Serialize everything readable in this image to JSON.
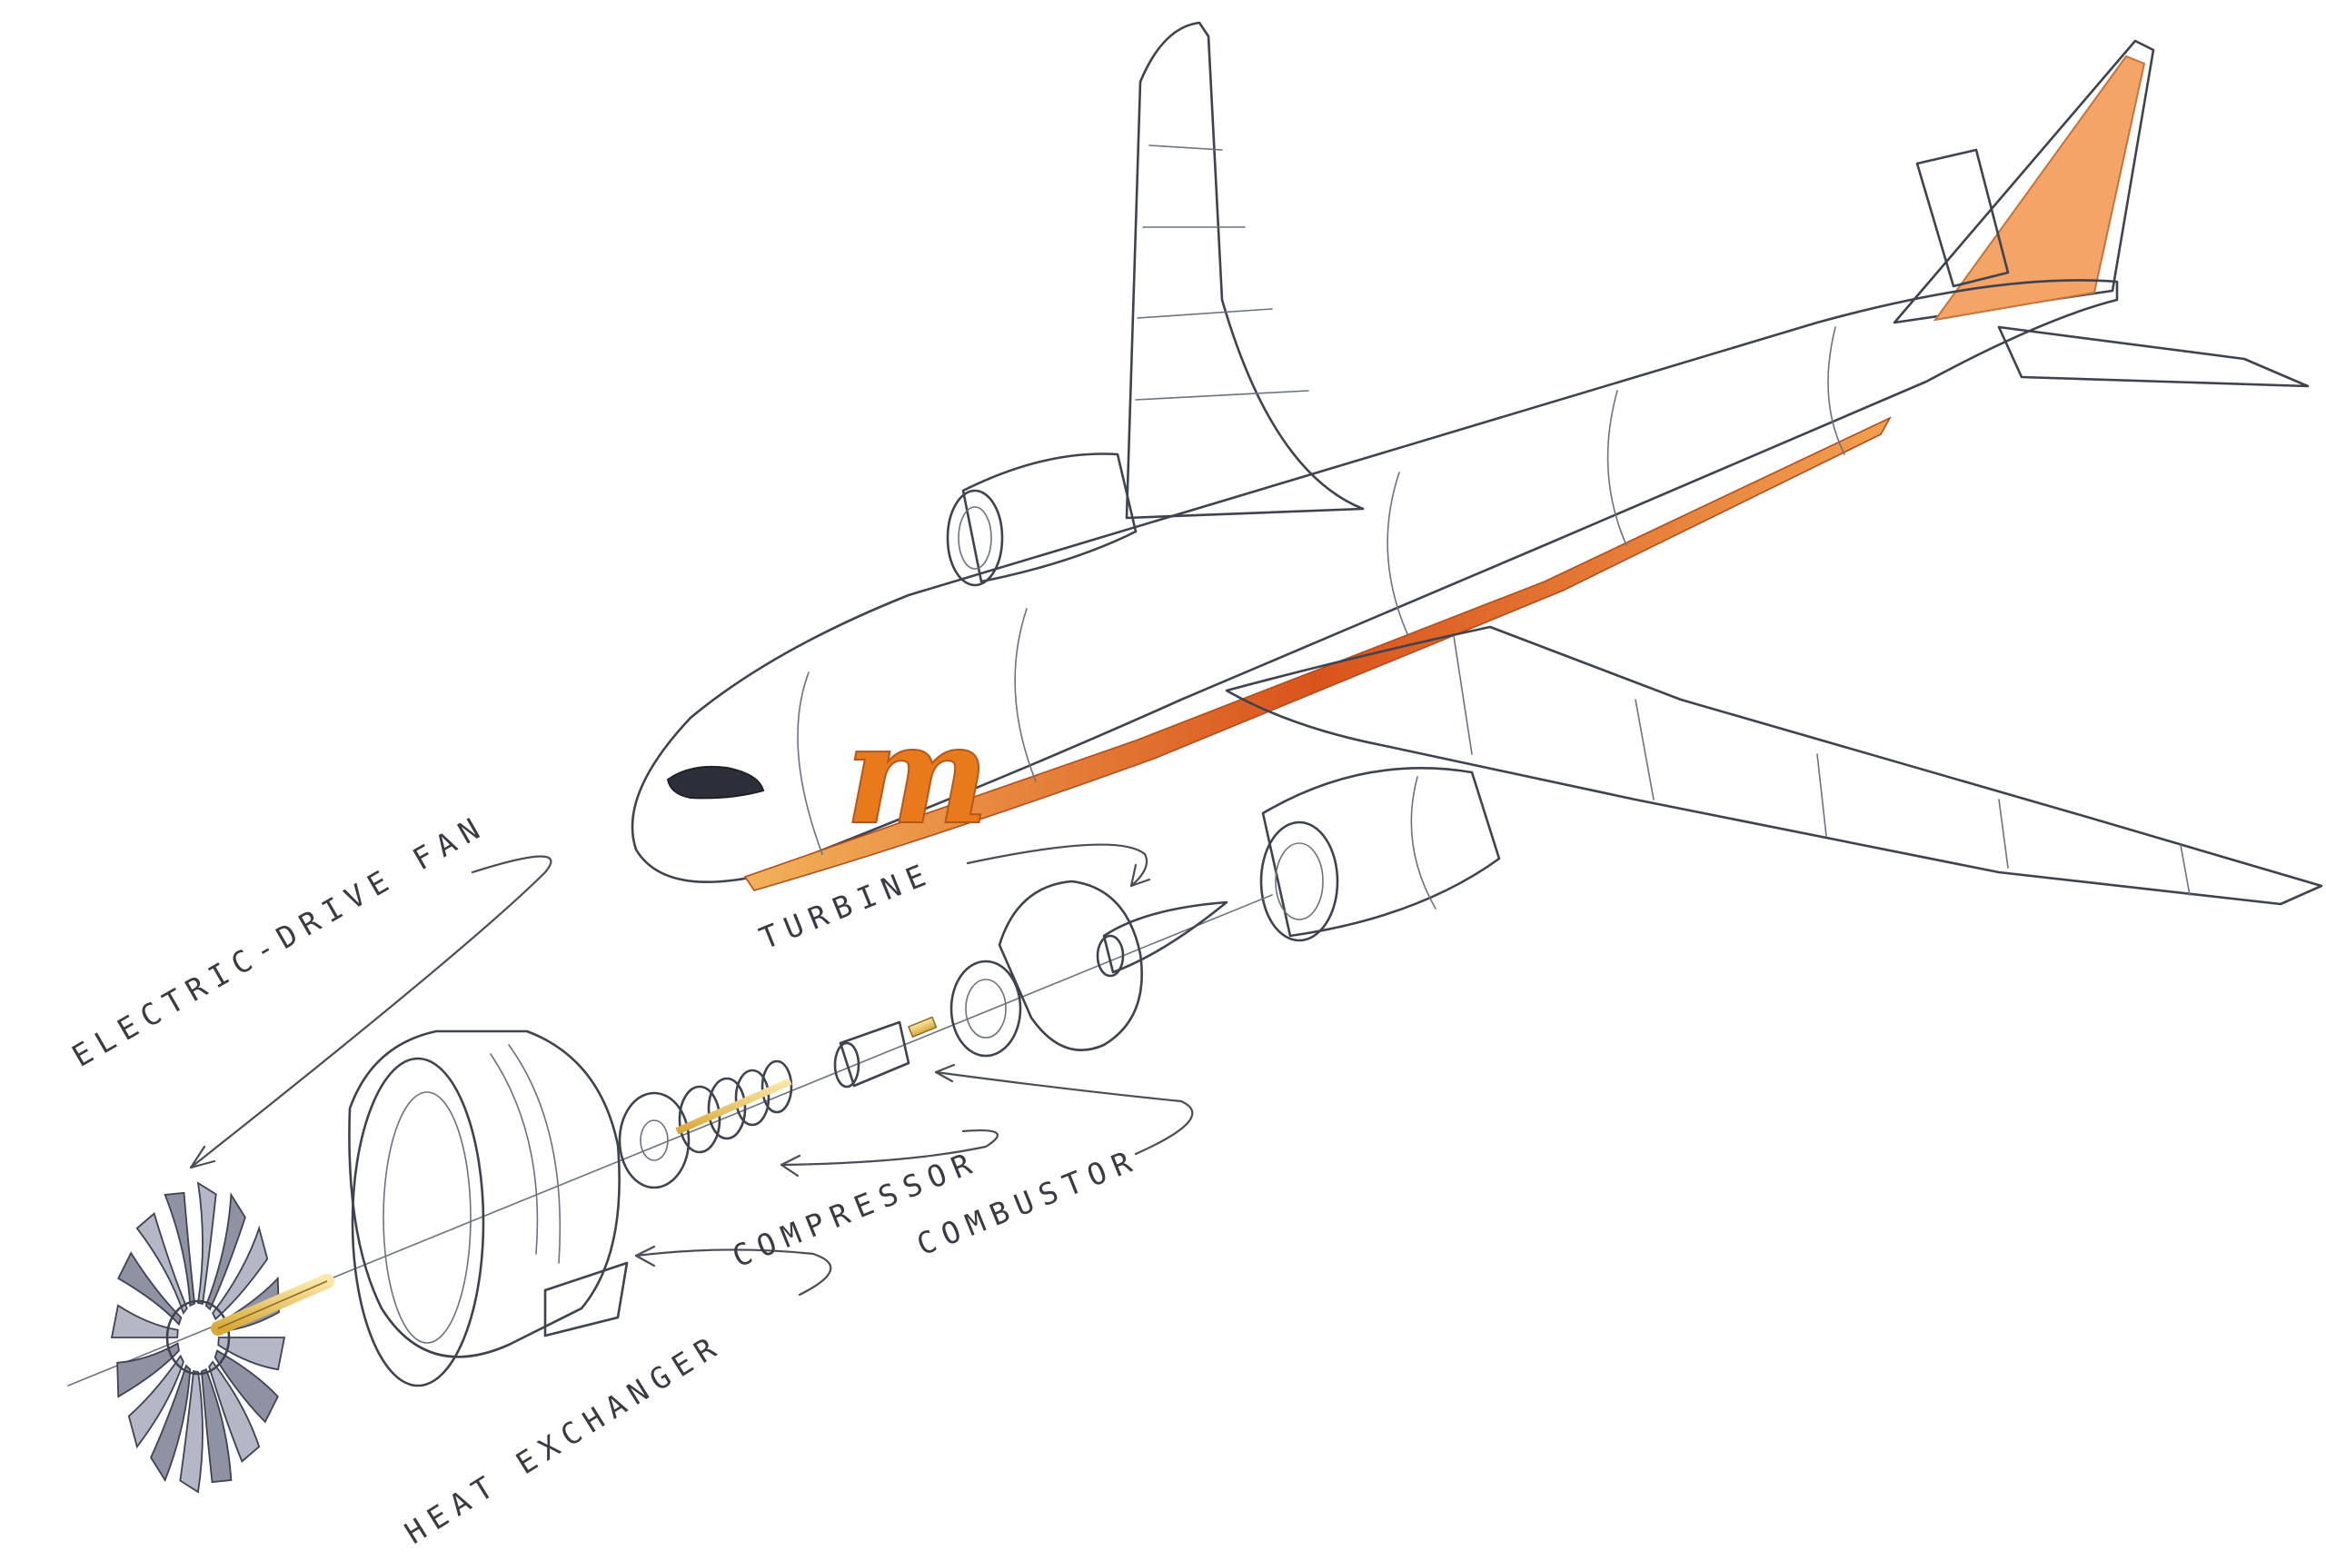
{
  "labels": {
    "electric_drive_fan": "ELECTRIC-DRIVE FAN",
    "turbine": "TURBINE",
    "compressor": "COMPRESSOR",
    "combustor": "COMBUSTOR",
    "heat_exchanger": "HEAT EXCHANGER"
  },
  "logo": {
    "letter": "m",
    "color": "#e87a1c"
  },
  "colors": {
    "fuselage_shade": "#c7d2f2",
    "accent_orange": "#f0a050",
    "accent_red": "#c9461a",
    "tail_orange": "#f3a466",
    "sketch_line": "#3f4350"
  }
}
